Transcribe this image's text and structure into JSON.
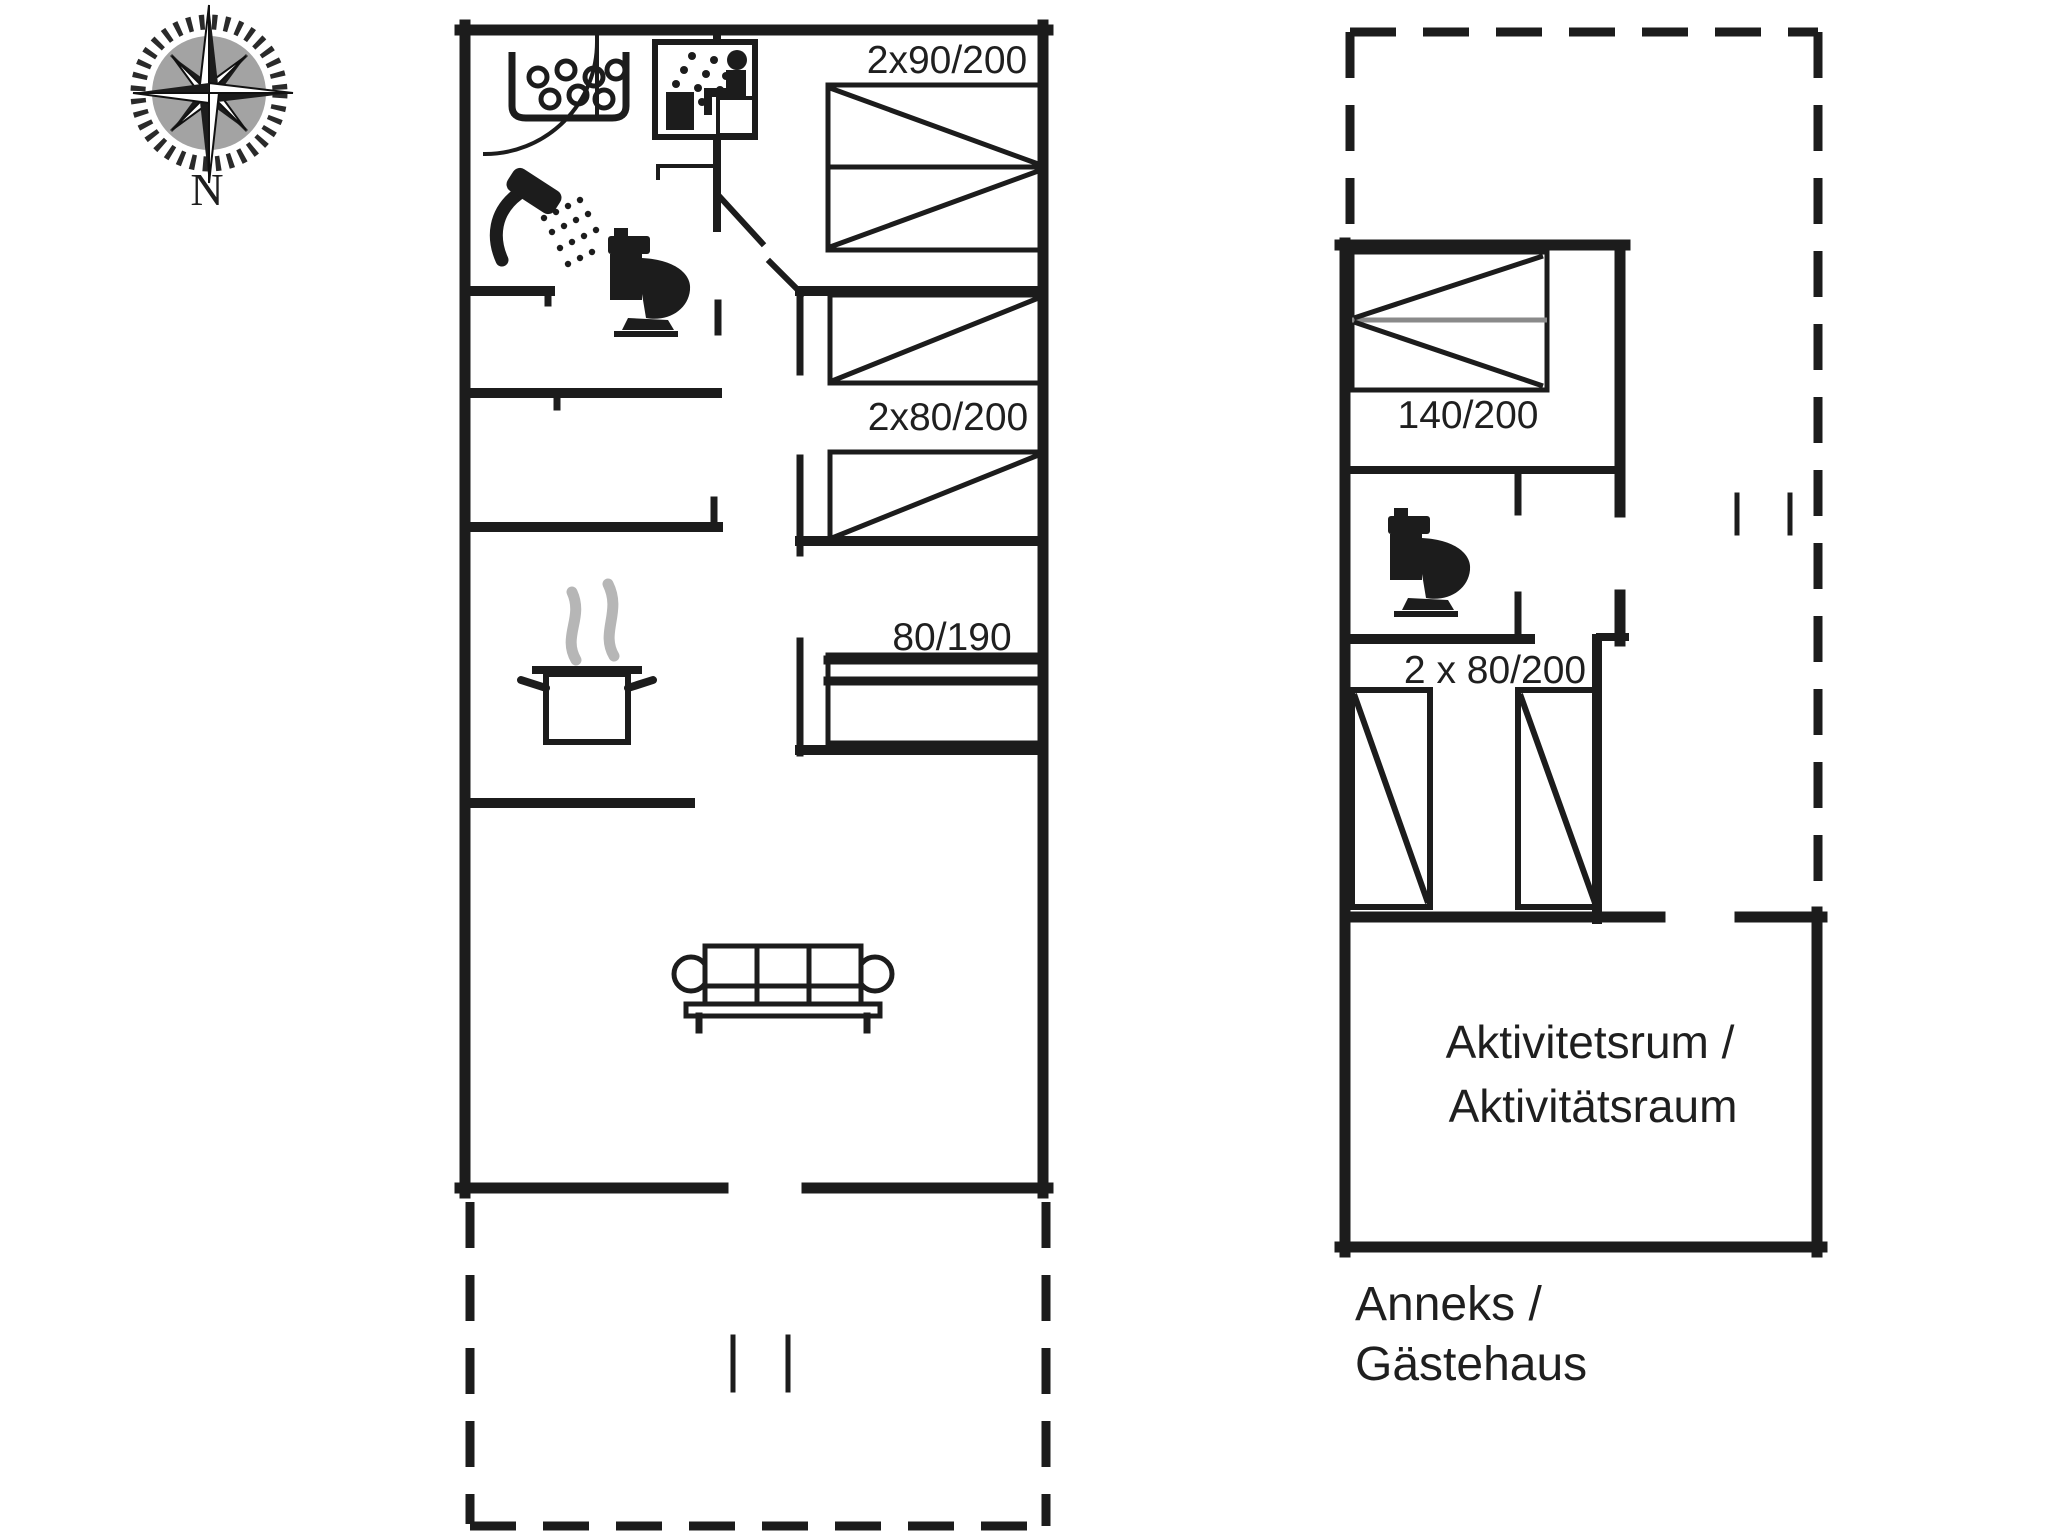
{
  "colors": {
    "background": "#ffffff",
    "wall": "#1c1c1c",
    "steam": "#b6b6b6",
    "bed_divider": "#8a8a8a",
    "text": "#1f1f1f"
  },
  "compass": {
    "north_label": "N"
  },
  "main_house": {
    "bed_labels": {
      "double": "2x90/200",
      "twin": "2x80/200",
      "bunk": "80/190"
    },
    "icons": [
      "compass-rose",
      "whirlpool",
      "sauna",
      "shower",
      "toilet",
      "cooking-pot",
      "sofa"
    ]
  },
  "annex": {
    "bed_labels": {
      "double": "140/200",
      "twin": "2 x 80/200"
    },
    "room_label": {
      "line1": "Aktivitetsrum /",
      "line2": "Aktivitätsraum"
    },
    "caption": {
      "line1": "Anneks /",
      "line2": "Gästehaus"
    },
    "icons": [
      "toilet"
    ]
  }
}
